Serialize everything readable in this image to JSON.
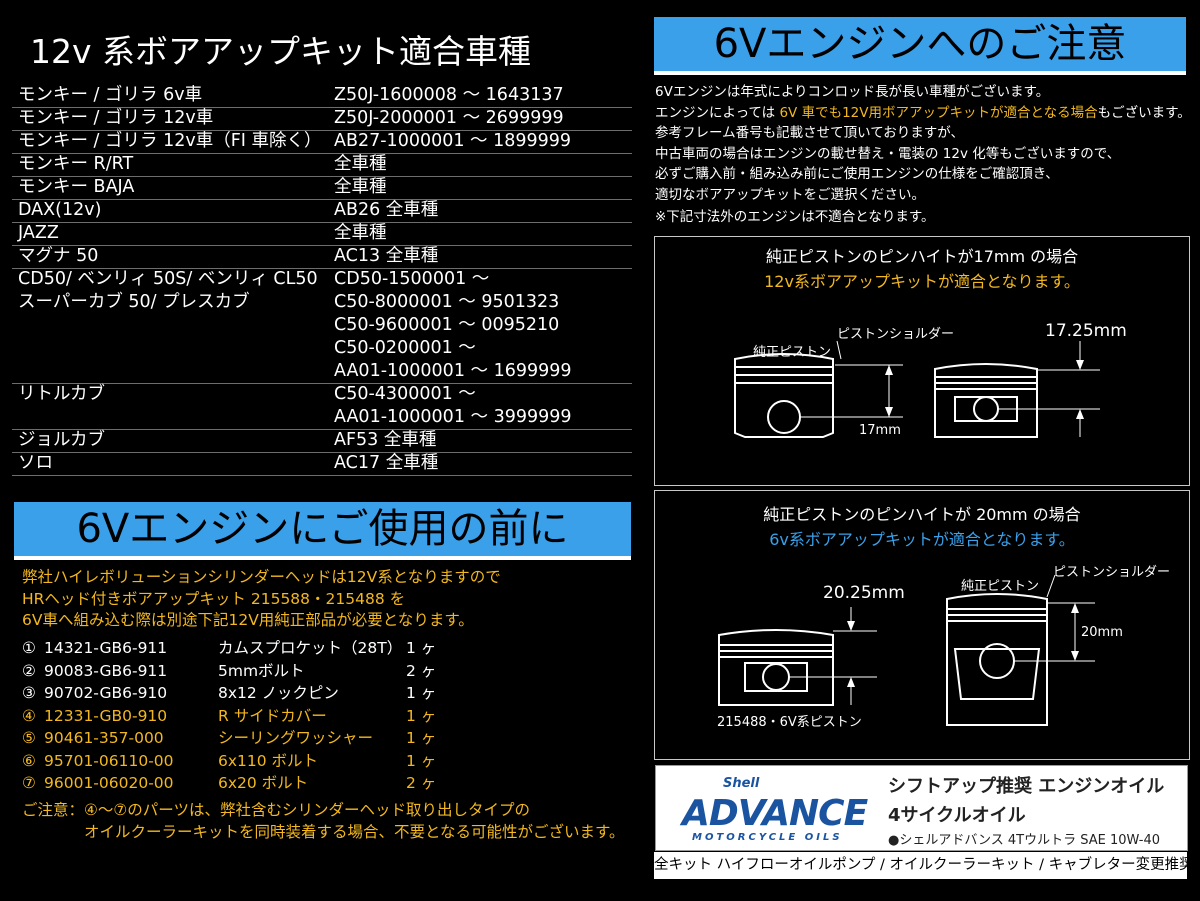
{
  "compat": {
    "title": "12v 系ボアアップキット適合車種",
    "rows": [
      {
        "model": "モンキー / ゴリラ 6v車",
        "frame": "Z50J-1600008 ～ 1643137"
      },
      {
        "model": "モンキー / ゴリラ 12v車",
        "frame": "Z50J-2000001 ～ 2699999"
      },
      {
        "model": "モンキー / ゴリラ 12v車（FI 車除く）",
        "frame": "AB27-1000001 ～ 1899999"
      },
      {
        "model": "モンキー R/RT",
        "frame": "全車種"
      },
      {
        "model": "モンキー BAJA",
        "frame": "全車種"
      },
      {
        "model": "DAX(12v)",
        "frame": "AB26 全車種"
      },
      {
        "model": "JAZZ",
        "frame": "全車種"
      },
      {
        "model": "マグナ 50",
        "frame": "AC13 全車種"
      },
      {
        "model": "CD50/ ベンリィ 50S/ ベンリィ CL50\nスーパーカブ 50/ プレスカブ",
        "frame": "CD50-1500001 ～\nC50-8000001 ～ 9501323\nC50-9600001 ～ 0095210\nC50-0200001 ～\nAA01-1000001 ～ 1699999"
      },
      {
        "model": "リトルカブ",
        "frame": "C50-4300001 ～\nAA01-1000001 ～ 3999999"
      },
      {
        "model": "ジョルカブ",
        "frame": "AF53 全車種"
      },
      {
        "model": "ソロ",
        "frame": "AC17 全車種"
      }
    ]
  },
  "before": {
    "banner": "6Vエンジンにご使用の前に",
    "intro": [
      "弊社ハイレボリューションシリンダーヘッドは12V系となりますので",
      "HRヘッド付きボアアップキット 215588・215488 を",
      "6V車へ組み込む際は別途下記12V用純正部品が必要となります。"
    ],
    "parts": [
      {
        "no": "①",
        "code": "14321-GB6-911",
        "name": "カムスプロケット（28T）",
        "qty": "1 ヶ",
        "highlight": false
      },
      {
        "no": "②",
        "code": "90083-GB6-911",
        "name": "5mmボルト",
        "qty": "2 ヶ",
        "highlight": false
      },
      {
        "no": "③",
        "code": "90702-GB6-910",
        "name": "8x12  ノックピン",
        "qty": "1 ヶ",
        "highlight": false
      },
      {
        "no": "④",
        "code": "12331-GB0-910",
        "name": "R サイドカバー",
        "qty": "1 ヶ",
        "highlight": true
      },
      {
        "no": "⑤",
        "code": "90461-357-000",
        "name": "シーリングワッシャー",
        "qty": "1 ヶ",
        "highlight": true
      },
      {
        "no": "⑥",
        "code": "95701-06110-00",
        "name": "6x110  ボルト",
        "qty": "1 ヶ",
        "highlight": true
      },
      {
        "no": "⑦",
        "code": "96001-06020-00",
        "name": "6x20  ボルト",
        "qty": "2 ヶ",
        "highlight": true
      }
    ],
    "note_line1": "ご注意：④～⑦のパーツは、弊社含むシリンダーヘッド取り出しタイプの",
    "note_line2": "オイルクーラーキットを同時装着する場合、不要となる可能性がございます。"
  },
  "caution": {
    "banner": "6Vエンジンへのご注意",
    "line1": "6Vエンジンは年式によりコンロッド長が長い車種がございます。",
    "line2_a": "エンジンによっては ",
    "line2_b": "6V 車でも12V用ボアアップキットが適合となる場合",
    "line2_c": "もございます。",
    "line3": "参考フレーム番号も記載させて頂いておりますが、",
    "line4": "中古車両の場合はエンジンの載せ替え・電装の 12v 化等もございますので、",
    "line5": "必ずご購入前・組み込み前にご使用エンジンの仕様をご確認頂き、",
    "line6": "適切なボアアップキットをご選択ください。",
    "line7": "※下記寸法外のエンジンは不適合となります。"
  },
  "box17": {
    "head": "純正ピストンのピンハイトが17mm の場合",
    "sub": "12v系ボアアップキットが適合となります。",
    "label_shoulder": "ピストンショルダー",
    "label_piston": "純正ピストン",
    "label_17": "17mm",
    "label_1725": "17.25mm"
  },
  "box20": {
    "head": "純正ピストンのピンハイトが 20mm の場合",
    "sub": "6v系ボアアップキットが適合となります。",
    "label_2025": "20.25mm",
    "label_piston": "純正ピストン",
    "label_shoulder": "ピストンショルダー",
    "label_20": "20mm",
    "label_215488": "215488・6V系ピストン"
  },
  "oil": {
    "shell": "Shell",
    "advance": "ADVANCE",
    "moto": "MOTORCYCLE OILS",
    "t1": "シフトアップ推奨 エンジンオイル",
    "t2": "4サイクルオイル",
    "t3": "●シェルアドバンス 4Tウルトラ SAE 10W-40"
  },
  "footer": "全キット  ハイフローオイルポンプ / オイルクーラーキット / キャブレター変更推奨",
  "colors": {
    "accent_blue": "#3aa0ea",
    "accent_yellow": "#f3b81f",
    "shell_blue": "#1a54a0"
  }
}
